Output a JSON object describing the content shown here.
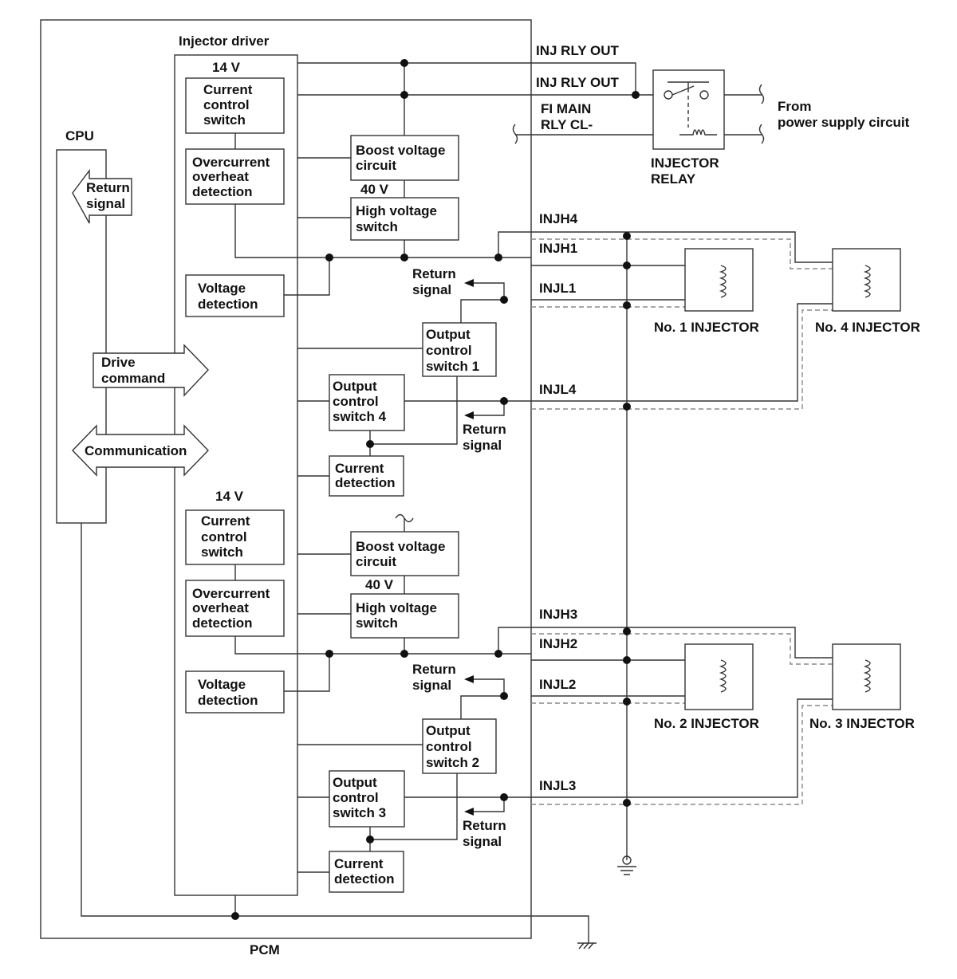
{
  "labels": {
    "pcm": "PCM",
    "cpu": "CPU",
    "injector_driver": "Injector driver",
    "v14_top": "14 V",
    "v14_bottom": "14 V",
    "v40_top": "40 V",
    "v40_bottom": "40 V",
    "inj_rly_out_1": "INJ RLY OUT",
    "inj_rly_out_2": "INJ RLY OUT",
    "fi_main": [
      "FI MAIN",
      "RLY CL-"
    ],
    "from_power": [
      "From",
      "power supply circuit"
    ],
    "injector_relay": [
      "INJECTOR",
      "RELAY"
    ],
    "injh4": "INJH4",
    "injh1": "INJH1",
    "injl1": "INJL1",
    "injl4": "INJL4",
    "injh3": "INJH3",
    "injh2": "INJH2",
    "injl2": "INJL2",
    "injl3": "INJL3",
    "no1": "No. 1 INJECTOR",
    "no4": "No. 4 INJECTOR",
    "no2": "No. 2 INJECTOR",
    "no3": "No. 3 INJECTOR"
  },
  "cpu_arrows": {
    "return_signal": [
      "Return",
      "signal"
    ],
    "drive_command": [
      "Drive",
      "command"
    ],
    "communication": "Communication"
  },
  "blocks": {
    "ccs_top": [
      "Current",
      "control",
      "switch"
    ],
    "ood_top": [
      "Overcurrent",
      "overheat",
      "detection"
    ],
    "vd_top": [
      "Voltage",
      "detection"
    ],
    "boost_top": [
      "Boost voltage",
      "circuit"
    ],
    "hv_top": [
      "High voltage",
      "switch"
    ],
    "ocs1": [
      "Output",
      "control",
      "switch 1"
    ],
    "ocs4": [
      "Output",
      "control",
      "switch 4"
    ],
    "cd_top": [
      "Current",
      "detection"
    ],
    "ccs_bottom": [
      "Current",
      "control",
      "switch"
    ],
    "ood_bottom": [
      "Overcurrent",
      "overheat",
      "detection"
    ],
    "vd_bottom": [
      "Voltage",
      "detection"
    ],
    "boost_bottom": [
      "Boost voltage",
      "circuit"
    ],
    "hv_bottom": [
      "High voltage",
      "switch"
    ],
    "ocs2": [
      "Output",
      "control",
      "switch 2"
    ],
    "ocs3": [
      "Output",
      "control",
      "switch 3"
    ],
    "cd_bottom": [
      "Current",
      "detection"
    ]
  },
  "return_signals": {
    "r1": [
      "Return",
      "signal"
    ],
    "r4": [
      "Return",
      "signal"
    ],
    "r2": [
      "Return",
      "signal"
    ],
    "r3": [
      "Return",
      "signal"
    ]
  }
}
